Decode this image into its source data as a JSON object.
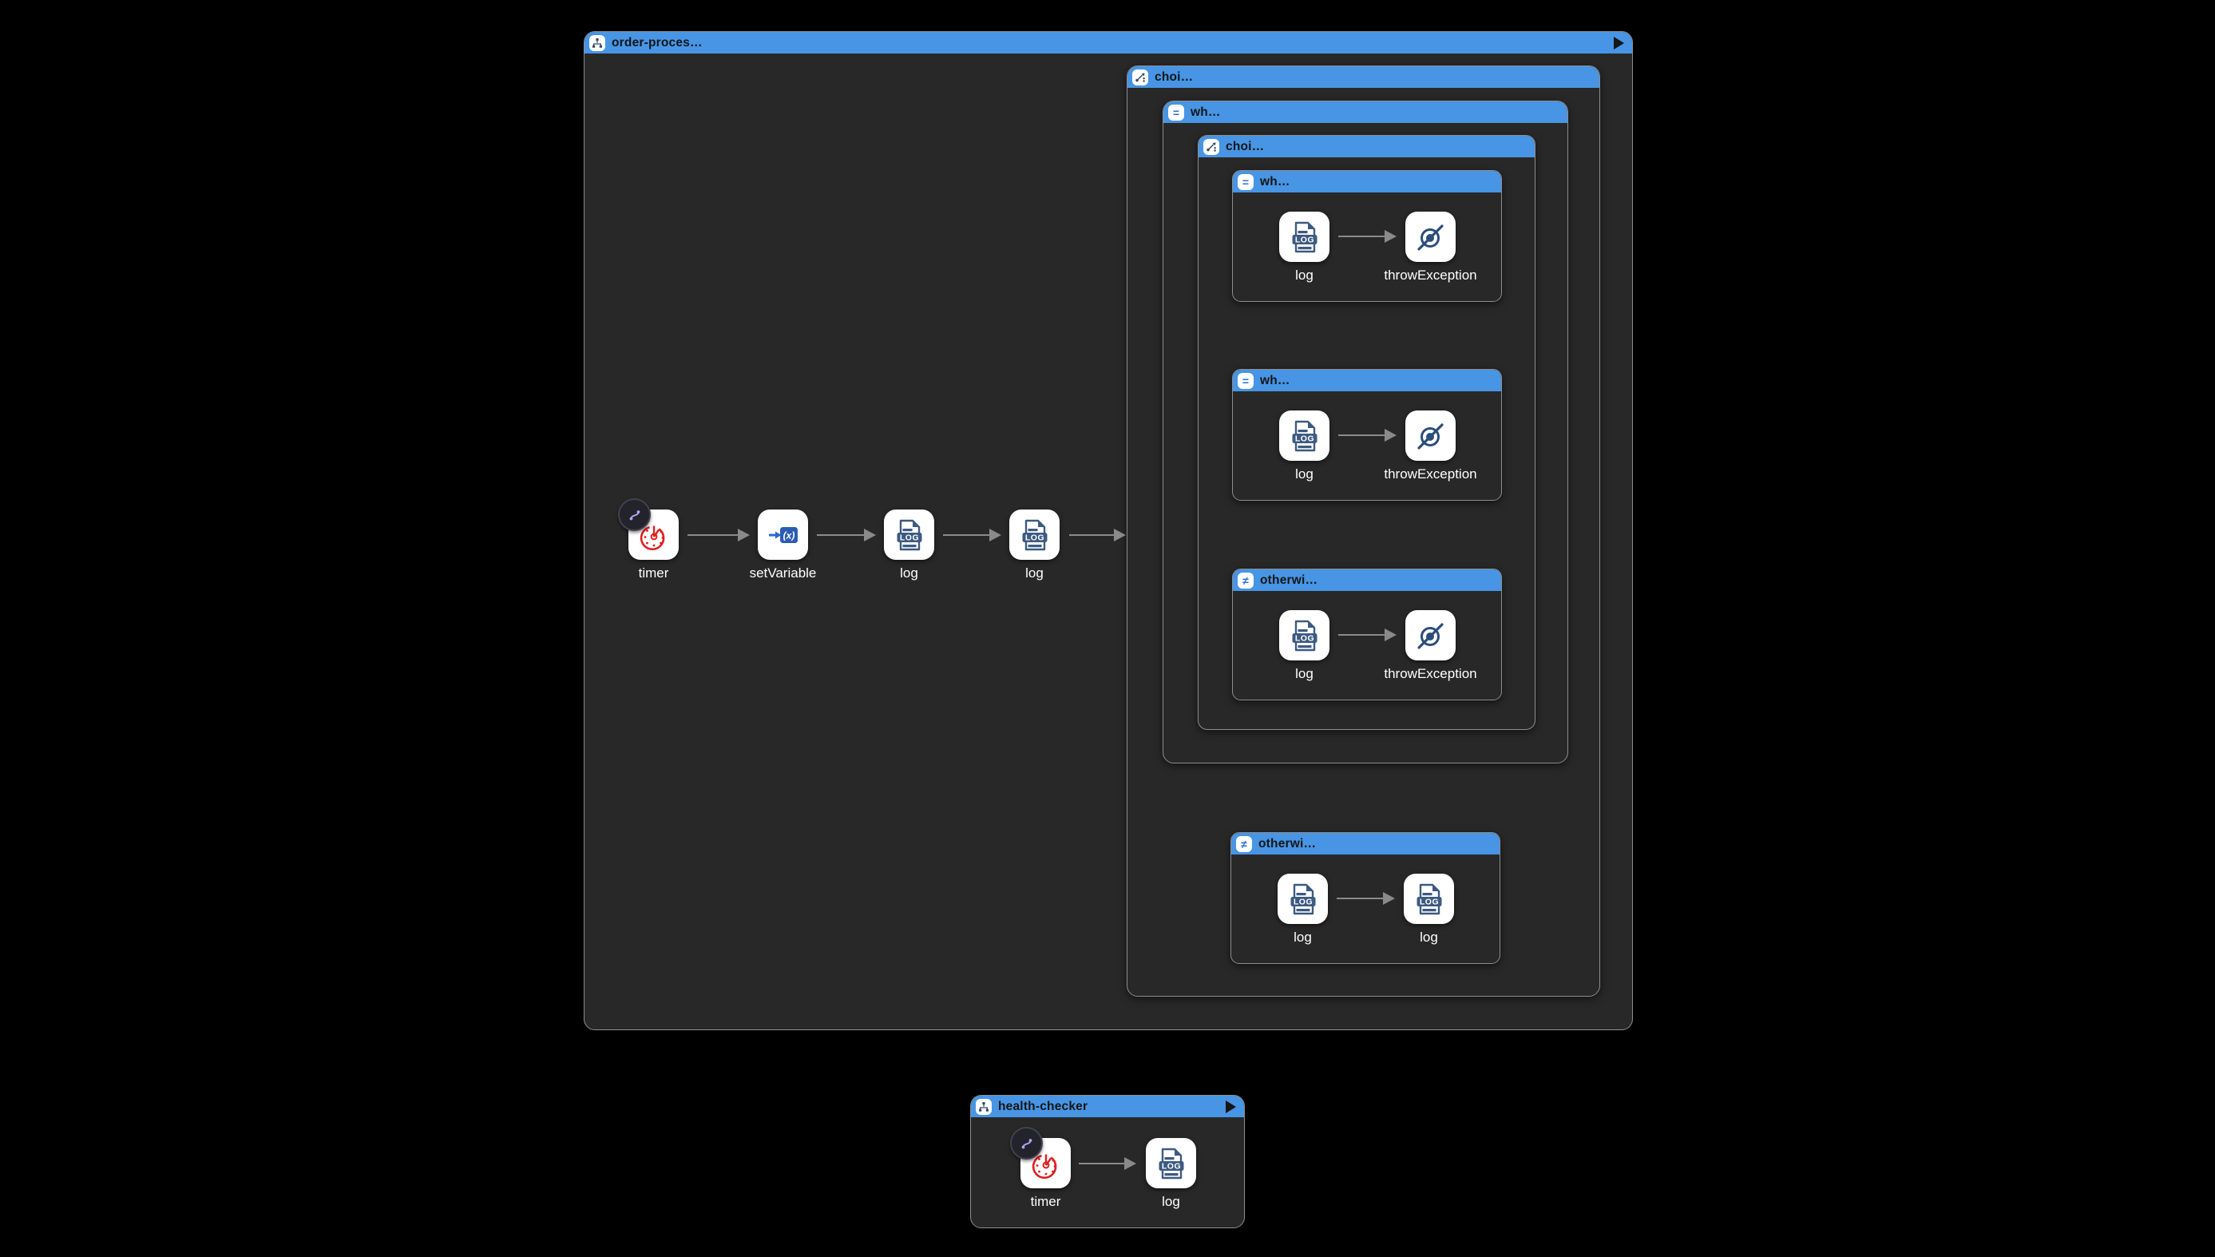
{
  "colors": {
    "canvas_bg": "#000000",
    "header_blue": "#4795e4",
    "container_bg": "#282828",
    "container_border": "#8e8e8e",
    "node_bg": "#ffffff",
    "node_label": "#ffffff",
    "header_title": "#151515",
    "edge_gray": "#8a8a8a",
    "timer_red": "#df1f1f",
    "icon_navy": "#3d5a80",
    "glyph_blue": "#2e6fd0",
    "badge_purple": "#b3a2f5"
  },
  "icons": {
    "log_text": "LOG",
    "set_variable_text": "(x)",
    "when_glyph": "=",
    "otherwise_glyph": "≠"
  },
  "order": {
    "title": "order-proces…",
    "header_icon": "route-icon",
    "has_play_button": true,
    "steps": [
      {
        "label": "timer",
        "icon": "timer-icon",
        "badge": "route-badge-icon"
      },
      {
        "label": "setVariable",
        "icon": "set-variable-icon"
      },
      {
        "label": "log",
        "icon": "log-icon"
      },
      {
        "label": "log",
        "icon": "log-icon"
      }
    ],
    "choice": {
      "title": "choi…",
      "header_icon": "choice-icon",
      "when": {
        "title": "wh…",
        "header_icon": "equals-icon",
        "choice": {
          "title": "choi…",
          "header_icon": "choice-icon",
          "branches": [
            {
              "title": "wh…",
              "header_icon": "equals-icon",
              "steps": [
                {
                  "label": "log",
                  "icon": "log-icon"
                },
                {
                  "label": "throwException",
                  "icon": "throw-exception-icon"
                }
              ]
            },
            {
              "title": "wh…",
              "header_icon": "equals-icon",
              "steps": [
                {
                  "label": "log",
                  "icon": "log-icon"
                },
                {
                  "label": "throwException",
                  "icon": "throw-exception-icon"
                }
              ]
            },
            {
              "title": "otherwi…",
              "header_icon": "not-equals-icon",
              "steps": [
                {
                  "label": "log",
                  "icon": "log-icon"
                },
                {
                  "label": "throwException",
                  "icon": "throw-exception-icon"
                }
              ]
            }
          ]
        }
      },
      "otherwise": {
        "title": "otherwi…",
        "header_icon": "not-equals-icon",
        "steps": [
          {
            "label": "log",
            "icon": "log-icon"
          },
          {
            "label": "log",
            "icon": "log-icon"
          }
        ]
      }
    }
  },
  "health": {
    "title": "health-checker",
    "header_icon": "route-icon",
    "has_play_button": true,
    "steps": [
      {
        "label": "timer",
        "icon": "timer-icon",
        "badge": "route-badge-icon"
      },
      {
        "label": "log",
        "icon": "log-icon"
      }
    ]
  }
}
